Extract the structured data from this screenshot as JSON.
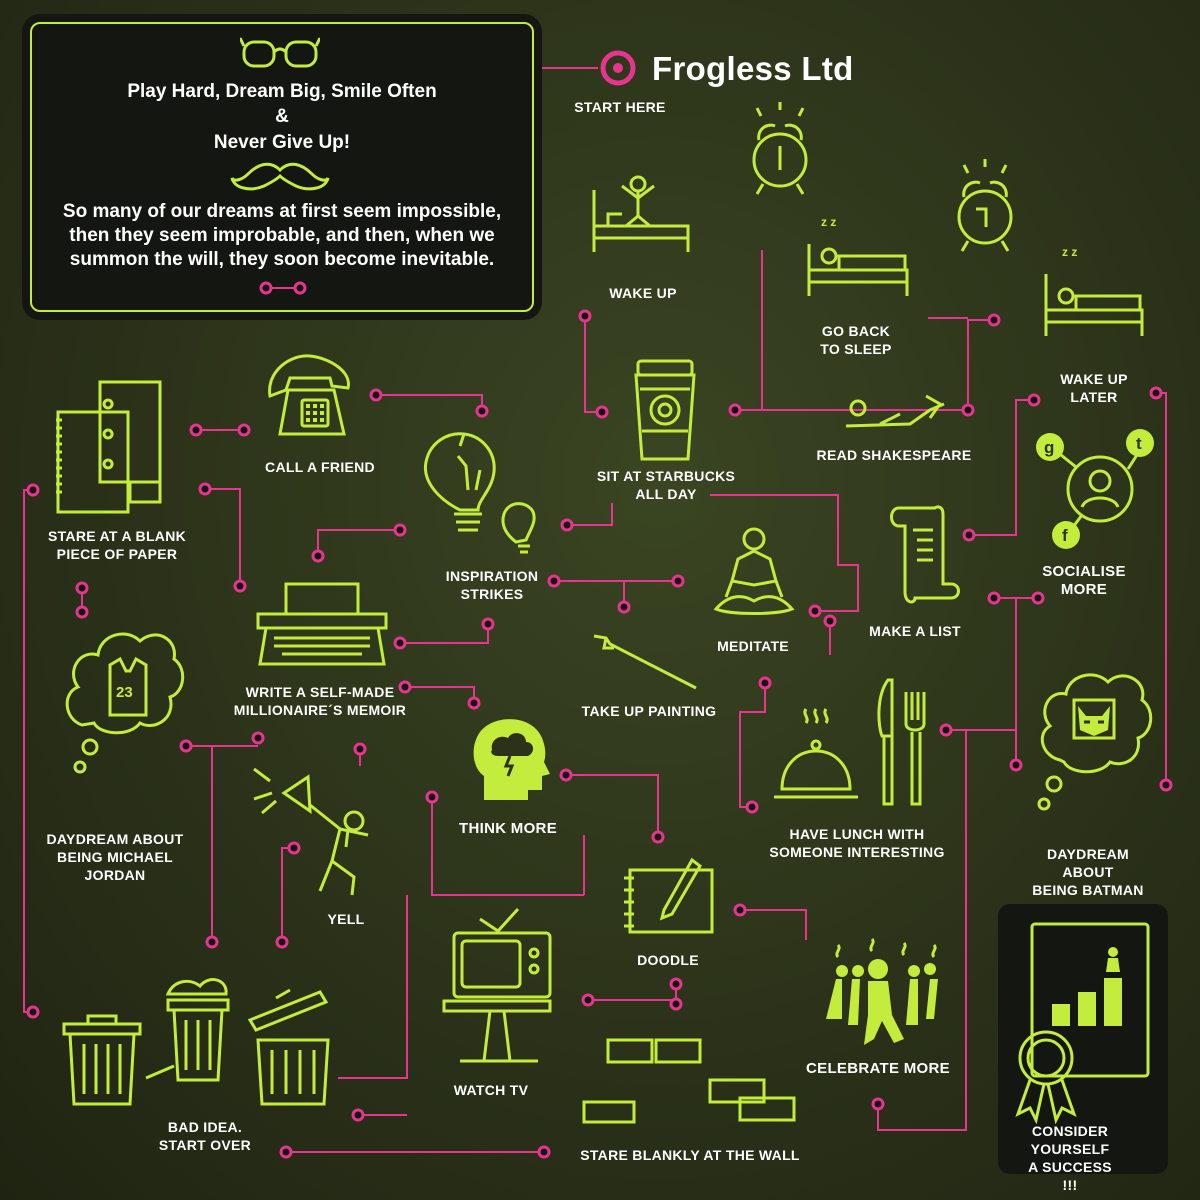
{
  "colors": {
    "lime": "#c4ec3c",
    "magenta": "#e6348f",
    "panel": "#141612"
  },
  "quote": {
    "line1": "Play Hard, Dream Big, Smile Often",
    "amp": "&",
    "line2": "Never Give Up!",
    "body": "So many of our dreams at first seem impossible, then they seem improbable, and then, when we summon the will, they soon become inevitable."
  },
  "brand": {
    "name": "Frogless Ltd",
    "start": "START HERE"
  },
  "nodes": {
    "wake_up": "WAKE UP",
    "go_back_to_sleep": "GO BACK\nTO SLEEP",
    "wake_up_later": "WAKE UP\nLATER",
    "read_shakespeare": "READ SHAKESPEARE",
    "sit_at_starbucks": "SIT AT STARBUCKS\nALL DAY",
    "call_a_friend": "CALL A FRIEND",
    "stare_at_blank_paper": "STARE AT A BLANK\nPIECE OF PAPER",
    "inspiration_strikes": "INSPIRATION\nSTRIKES",
    "meditate": "MEDITATE",
    "make_a_list": "MAKE A LIST",
    "socialise_more": "SOCIALISE MORE",
    "write_memoir": "WRITE A SELF-MADE\nMILLIONAIRE´S MEMOIR",
    "take_up_painting": "TAKE UP PAINTING",
    "daydream_jordan": "DAYDREAM ABOUT\nBEING MICHAEL\nJORDAN",
    "think_more": "THINK MORE",
    "have_lunch": "HAVE LUNCH WITH\nSOMEONE INTERESTING",
    "daydream_batman": "DAYDREAM ABOUT\nBEING BATMAN",
    "yell": "YELL",
    "doodle": "DOODLE",
    "watch_tv": "WATCH TV",
    "celebrate_more": "CELEBRATE MORE",
    "bad_idea": "BAD IDEA.\nSTART OVER",
    "stare_at_wall": "STARE BLANKLY AT THE WALL",
    "consider_success": "CONSIDER YOURSELF\nA SUCCESS !!!"
  },
  "icons": {
    "jersey_number": "23",
    "social": [
      "g",
      "t",
      "f"
    ],
    "phone_keys": "1 2 3 4 5 6 7 8 9"
  }
}
